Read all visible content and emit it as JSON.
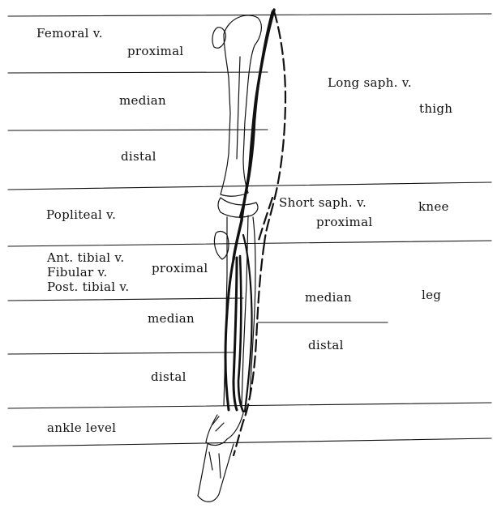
{
  "labels": {
    "femoral_v": "Femoral v.",
    "thigh_proximal": "proximal",
    "thigh_median": "median",
    "thigh_distal": "distal",
    "popliteal_v": "Popliteal v.",
    "ant_tibial_v": "Ant. tibial v.",
    "fibular_v": "Fibular v.",
    "post_tibial_v": "Post. tibial v.",
    "leg_proximal_left": "proximal",
    "leg_median_left": "median",
    "leg_distal_left": "distal",
    "ankle_level": "ankle level",
    "long_saph_v": "Long saph. v.",
    "thigh": "thigh",
    "short_saph_v": "Short saph. v.",
    "knee": "knee",
    "leg_proximal_right": "proximal",
    "leg_median_right": "median",
    "leg": "leg",
    "leg_distal_right": "distal"
  },
  "colors": {
    "ink": "#111111",
    "background": "#ffffff"
  }
}
